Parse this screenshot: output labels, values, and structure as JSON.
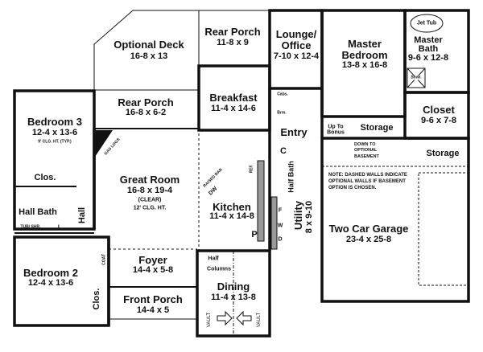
{
  "title": "Floor Plan",
  "rooms": {
    "optional_deck": {
      "name": "Optional Deck",
      "dims": "16-8 x 13"
    },
    "rear_porch_top": {
      "name": "Rear Porch",
      "dims": "11-8 x 9"
    },
    "lounge_office": {
      "name1": "Lounge/",
      "name2": "Office",
      "dims": "7-10 x 12-4"
    },
    "master_bedroom": {
      "name1": "Master",
      "name2": "Bedroom",
      "dims": "13-8 x 16-8"
    },
    "master_bath": {
      "name1": "Master",
      "name2": "Bath",
      "dims": "9-6 x 12-8",
      "jet_tub": "Jet Tub",
      "shower": "Shwr."
    },
    "closet": {
      "name": "Closet",
      "dims": "9-6 x 7-8"
    },
    "breakfast": {
      "name": "Breakfast",
      "dims": "11-4 x 14-6"
    },
    "cabs": "Cabs.",
    "brm": "Brm.",
    "entry": "Entry",
    "storage_upper": "Storage",
    "storage_right": "Storage",
    "up_to_bonus": "Up To Bonus",
    "down_to_basement": [
      "DOWN TO",
      "OPTIONAL",
      "BASEMENT"
    ],
    "rear_porch_lower": {
      "name": "Rear Porch",
      "dims": "16-8 x 6-2"
    },
    "bedroom3": {
      "name": "Bedroom 3",
      "dims": "12-4 x 13-6",
      "note": "9' CLG. HT. (TYP.)"
    },
    "gas_logs": "GAS LOGS",
    "great_room": {
      "name": "Great Room",
      "dims": "16-8 x 19-4",
      "clear": "(CLEAR)",
      "ceiling": "12' CLG. HT."
    },
    "raised_bar": "RAISED BAR",
    "dw": "DW",
    "ref": "REF.",
    "kitchen": {
      "name": "Kitchen",
      "dims": "11-4 x 14-8"
    },
    "pantry": "P",
    "closet_c": "C",
    "half_bath": "Half Bath",
    "utility": {
      "name": "Utility",
      "dims": "8 x 9-10",
      "f": "F",
      "w": "W",
      "d": "D"
    },
    "garage_note": [
      "NOTE: DASHED WALLS INDICATE",
      "OPTIONAL WALLS IF BASEMENT",
      "OPTION IS CHOSEN."
    ],
    "garage": {
      "name": "Two Car Garage",
      "dims": "23-4 x 25-8"
    },
    "clos_upper": "Clos.",
    "hall_bath": "Hall Bath",
    "hall": "Hall",
    "tub_shr": "TUB/ SHR.",
    "linen": "L",
    "coat": "COAT",
    "bedroom2": {
      "name": "Bedroom 2",
      "dims": "12-4 x 13-6"
    },
    "clos_lower": "Clos.",
    "foyer": {
      "name": "Foyer",
      "dims": "14-4 x 5-8"
    },
    "front_porch": {
      "name": "Front Porch",
      "dims": "14-4 x 5"
    },
    "half_columns": [
      "Half",
      "Columns"
    ],
    "dining": {
      "name": "Dining",
      "dims": "11-4 x 13-8",
      "vault": "VAULT"
    }
  }
}
